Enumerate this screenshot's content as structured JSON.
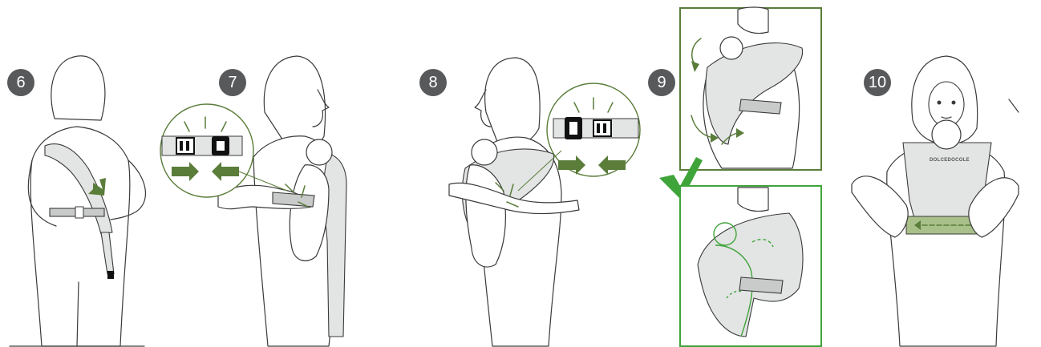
{
  "steps": [
    {
      "number": "6"
    },
    {
      "number": "7"
    },
    {
      "number": "8"
    },
    {
      "number": "9"
    },
    {
      "number": "10"
    }
  ],
  "carrier_brand": "DOLCEDOCOLE",
  "colors": {
    "badge": "#58595b",
    "arrow_green": "#5a7d3a",
    "check_green": "#3fa43a",
    "carrier_gray": "#e3e4e4",
    "outline": "#3a3a3a"
  },
  "icons": [
    "buckle-icon",
    "check-icon",
    "arrow-icon"
  ]
}
